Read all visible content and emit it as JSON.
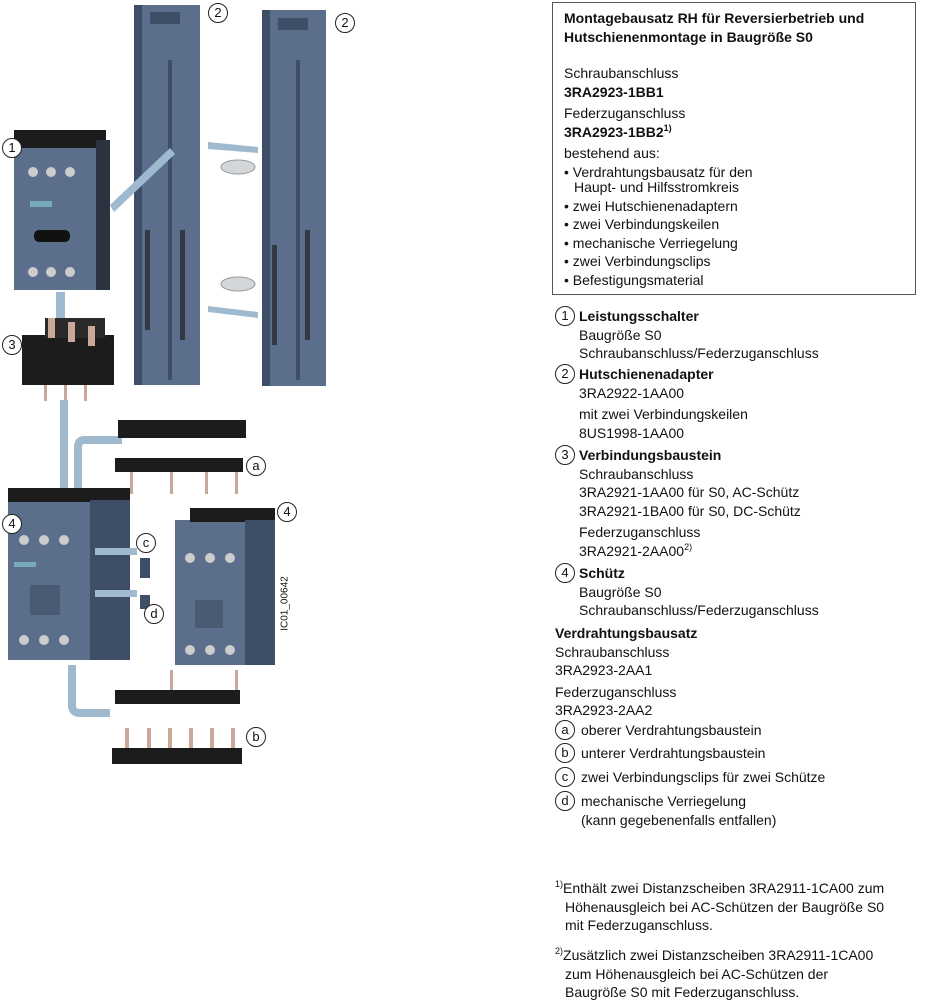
{
  "colors": {
    "housing": "#5b6f8c",
    "housing_dark": "#3e4e66",
    "bar_light": "#9fb9cf",
    "black_part": "#1c1c1c",
    "clip": "#d4d7da"
  },
  "illustration": {
    "callouts": [
      "1",
      "2",
      "2",
      "3",
      "4",
      "4",
      "a",
      "b",
      "c",
      "d"
    ],
    "drawing_id": "IC01_00642"
  },
  "box": {
    "title": [
      "Montagebausatz RH für Reversierbetrieb und",
      "Hutschienenmontage in Baugröße S0"
    ],
    "screw_label": "Schraubanschluss",
    "screw_code": "3RA2923-1BB1",
    "spring_label": "Federzuganschluss",
    "spring_code": "3RA2923-1BB2",
    "spring_footnote": "1)",
    "consisting": "bestehend aus:",
    "items": [
      "• Verdrahtungsbausatz für den",
      "Haupt- und Hilfsstromkreis",
      "• zwei Hutschienenadaptern",
      "• zwei Verbindungskeilen",
      "• mechanische Verriegelung",
      "• zwei Verbindungsclips",
      "• Befestigungsmaterial"
    ]
  },
  "legend": [
    {
      "num": "1",
      "title": "Leistungsschalter",
      "lines": [
        "Baugröße S0",
        "Schraubanschluss/Federzuganschluss"
      ]
    },
    {
      "num": "2",
      "title": "Hutschienenadapter",
      "lines": [
        "3RA2922-1AA00"
      ],
      "lines2": [
        "mit zwei Verbindungskeilen",
        "8US1998-1AA00"
      ]
    },
    {
      "num": "3",
      "title": "Verbindungsbaustein",
      "lines": [
        "Schraubanschluss",
        "3RA2921-1AA00 für S0, AC-Schütz",
        "3RA2921-1BA00 für S0, DC-Schütz"
      ],
      "lines2": [
        "Federzuganschluss",
        "3RA2921-2AA00"
      ],
      "footnote": "2)"
    },
    {
      "num": "4",
      "title": "Schütz",
      "lines": [
        "Baugröße S0",
        "Schraubanschluss/Federzuganschluss"
      ]
    }
  ],
  "wiring": {
    "title": "Verdrahtungsbausatz",
    "screw_label": "Schraubanschluss",
    "screw_code": "3RA2923-2AA1",
    "spring_label": "Federzuganschluss",
    "spring_code": "3RA2923-2AA2",
    "items": [
      {
        "key": "a",
        "text": "oberer Verdrahtungsbaustein"
      },
      {
        "key": "b",
        "text": "unterer Verdrahtungsbaustein"
      },
      {
        "key": "c",
        "text": "zwei Verbindungsclips für zwei Schütze"
      },
      {
        "key": "d",
        "text": "mechanische Verriegelung",
        "text2": "(kann gegebenenfalls entfallen)"
      }
    ]
  },
  "footnotes": [
    {
      "mark": "1)",
      "lines": [
        "Enthält zwei Distanzscheiben 3RA2911-1CA00 zum",
        "Höhenausgleich bei AC-Schützen der Baugröße S0",
        "mit Federzuganschluss."
      ]
    },
    {
      "mark": "2)",
      "lines": [
        "Zusätzlich zwei Distanzscheiben 3RA2911-1CA00",
        "zum Höhenausgleich bei AC-Schützen der",
        "Baugröße S0 mit Federzuganschluss."
      ]
    }
  ]
}
